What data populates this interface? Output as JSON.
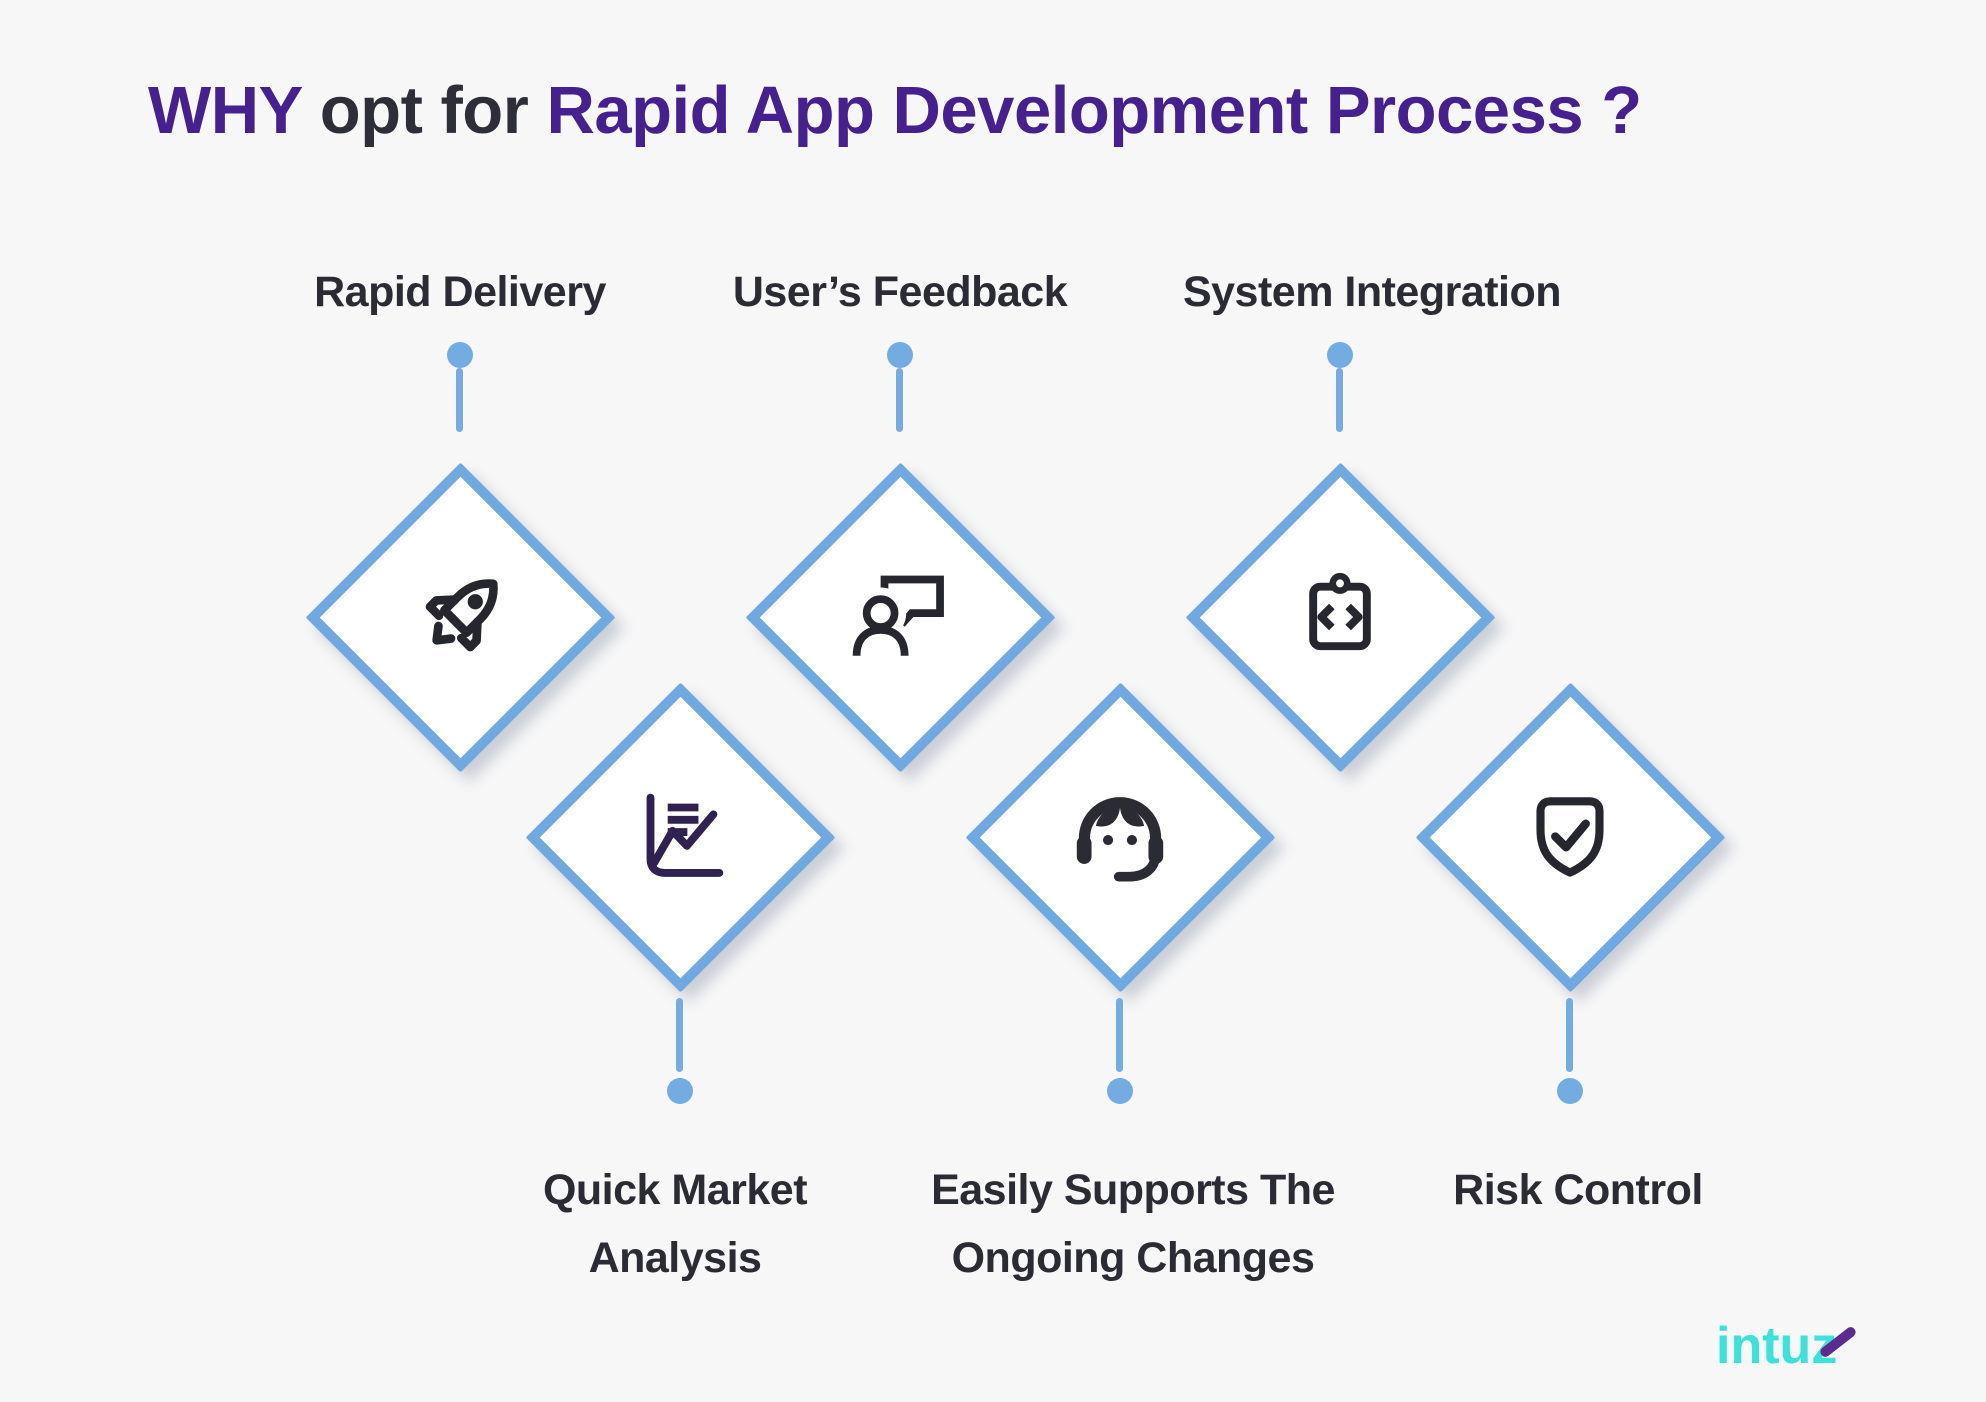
{
  "title": {
    "part1": "WHY ",
    "part2": "opt for ",
    "part3": "Rapid App Development Process ?"
  },
  "colors": {
    "background": "#f7f7f8",
    "title_purple": "#47208f",
    "title_dark": "#2e2e38",
    "label_text": "#2b2b34",
    "connector_blue": "#72ace1",
    "diamond_border_blue": "#6fa9e0",
    "icon_dark": "#26262e",
    "icon_purple": "#2f2150",
    "logo_cyan": "#3be2da",
    "logo_purple": "#5b2b90"
  },
  "items": [
    {
      "id": "rapid-delivery",
      "label": "Rapid Delivery",
      "icon": "rocket-icon",
      "row": "top"
    },
    {
      "id": "users-feedback",
      "label": "User’s Feedback",
      "icon": "person-feedback-icon",
      "row": "top"
    },
    {
      "id": "system-integration",
      "label": "System Integration",
      "icon": "clipboard-code-icon",
      "row": "top"
    },
    {
      "id": "quick-market-analysis",
      "label_line1": "Quick Market",
      "label_line2": "Analysis",
      "icon": "chart-analysis-icon",
      "row": "bottom"
    },
    {
      "id": "ongoing-changes",
      "label_line1": "Easily Supports The",
      "label_line2": "Ongoing Changes",
      "icon": "support-headset-icon",
      "row": "bottom"
    },
    {
      "id": "risk-control",
      "label": "Risk Control",
      "icon": "shield-check-icon",
      "row": "bottom"
    }
  ],
  "logo": {
    "text": "intuz"
  }
}
